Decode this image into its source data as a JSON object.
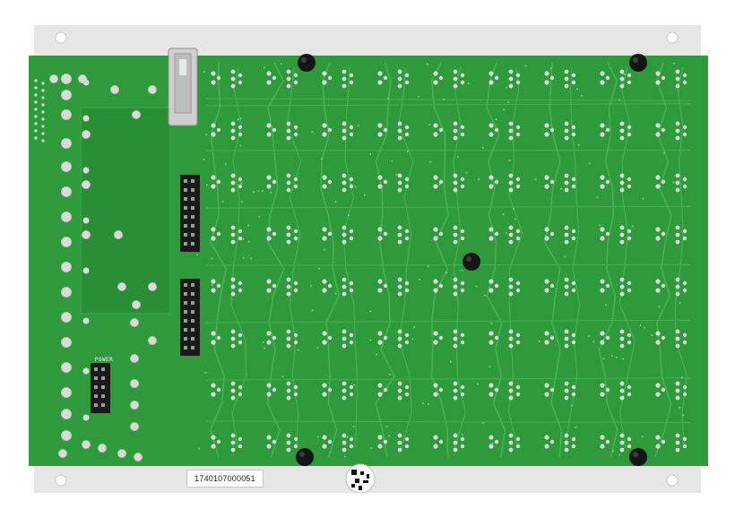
{
  "image": {
    "subject": "eurorack-module-pcb-rear",
    "serial_label": "1740107000051",
    "power_header_label": "POWER",
    "colors": {
      "panel": "#e6e6e6",
      "pcb": "#2f9a3c",
      "pcb_dark": "#1f7a2c",
      "trace": "#45b352",
      "pad": "#d9dcd6",
      "screw": "#151515",
      "header": "#1a1a1a"
    }
  }
}
